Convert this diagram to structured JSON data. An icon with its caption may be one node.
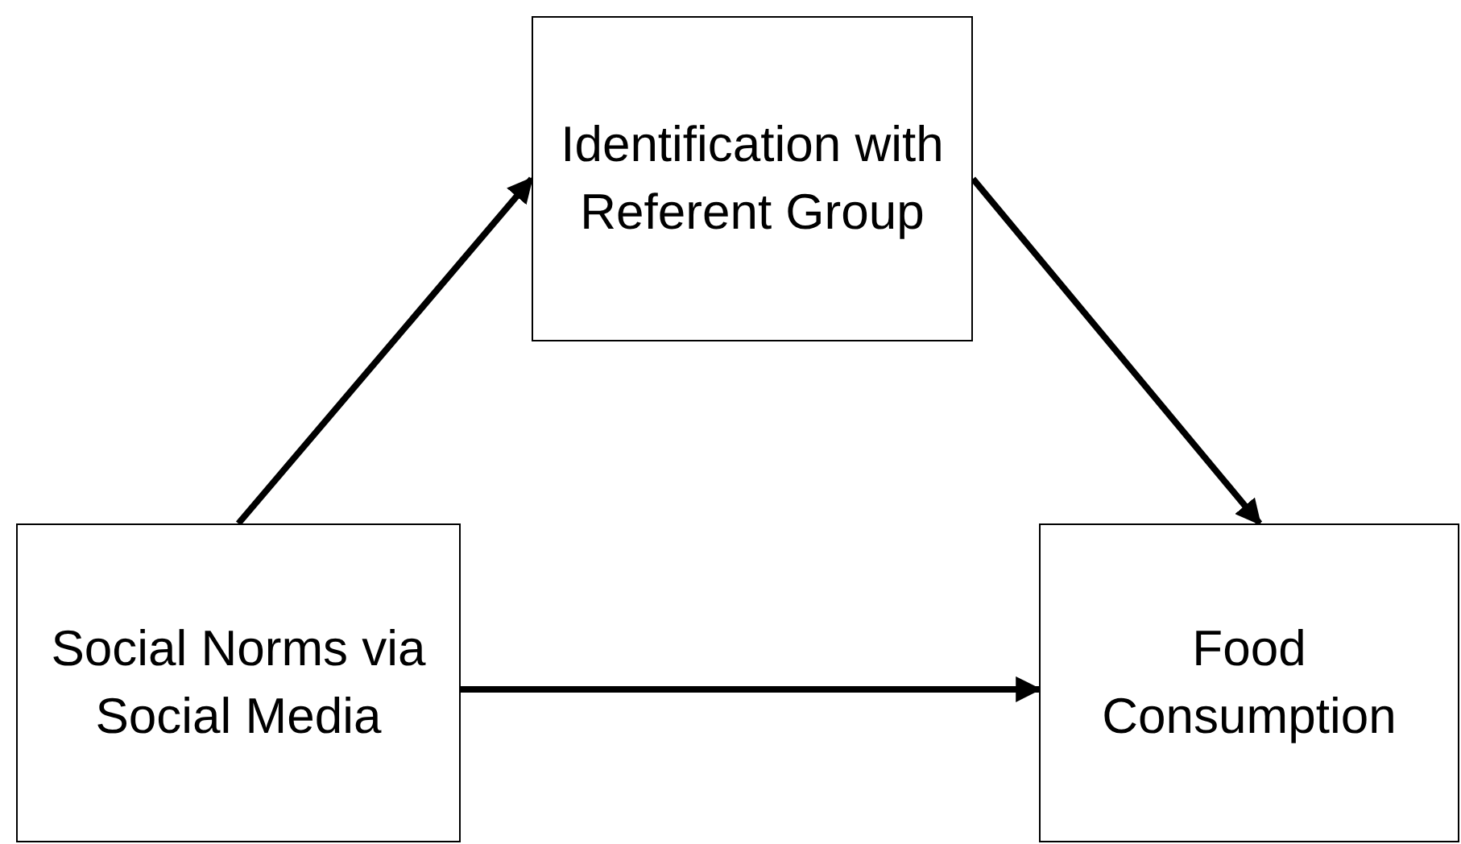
{
  "diagram": {
    "nodes": [
      {
        "text": [
          "Identification with Referent Group"
        ]
      },
      {
        "text": [
          "Social Norms via Social Media"
        ]
      },
      {
        "text": [
          "Food Consumption"
        ]
      }
    ],
    "edges": [
      {
        "from": 1,
        "to": 0,
        "arrow": "to"
      },
      {
        "from": 0,
        "to": 2,
        "arrow": "to"
      },
      {
        "from": 1,
        "to": 2,
        "arrow": "to"
      }
    ]
  }
}
